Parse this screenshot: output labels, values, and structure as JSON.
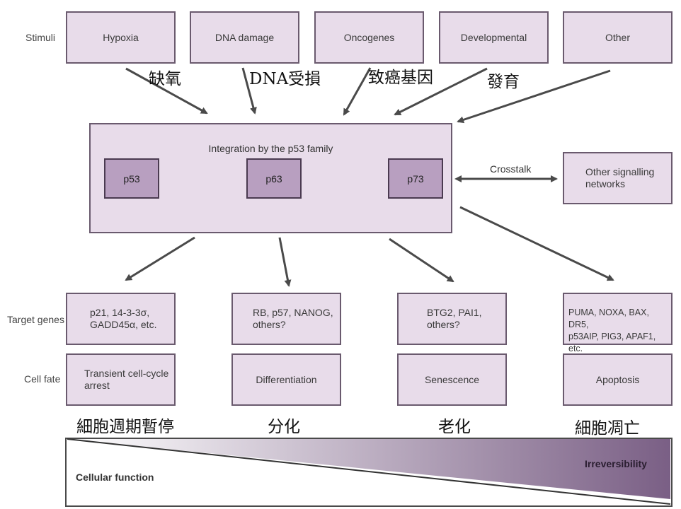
{
  "rows": {
    "stimuli_label": "Stimuli",
    "target_genes_label": "Target genes",
    "cell_fate_label": "Cell fate"
  },
  "stimuli": [
    {
      "label": "Hypoxia",
      "cjk": "缺氧"
    },
    {
      "label": "DNA damage",
      "cjk": "DNA受損"
    },
    {
      "label": "Oncogenes",
      "cjk": "致癌基因"
    },
    {
      "label": "Developmental",
      "cjk": "發育"
    },
    {
      "label": "Other",
      "cjk": ""
    }
  ],
  "integration": {
    "title": "Integration by the p53 family",
    "members": [
      "p53",
      "p63",
      "p73"
    ],
    "crosstalk": "Crosstalk",
    "other_networks_line1": "Other signalling",
    "other_networks_line2": "networks"
  },
  "target_genes": [
    {
      "line1": "p21, 14-3-3σ,",
      "line2": "GADD45α, etc."
    },
    {
      "line1": "RB, p57, NANOG,",
      "line2": "others?"
    },
    {
      "line1": "BTG2, PAI1,",
      "line2": "others?"
    },
    {
      "line1": "PUMA, NOXA, BAX, DR5,",
      "line2": "p53AIP, PIG3, APAF1, etc."
    }
  ],
  "cell_fates": [
    {
      "line1": "Transient cell-cycle",
      "line2": "arrest",
      "cjk": "細胞週期暫停"
    },
    {
      "line1": "Differentiation",
      "line2": "",
      "cjk": "分化"
    },
    {
      "line1": "Senescence",
      "line2": "",
      "cjk": "老化"
    },
    {
      "line1": "Apoptosis",
      "line2": "",
      "cjk": "細胞凋亡"
    }
  ],
  "gradient": {
    "left_label": "Cellular function",
    "right_label": "Irreversibility"
  },
  "colors": {
    "box_fill": "#e8dcea",
    "box_border": "#6a5a6e",
    "member_fill": "#b89fc0",
    "arrow": "#4a4a4a",
    "gradient_dark": "#7a5f85"
  }
}
